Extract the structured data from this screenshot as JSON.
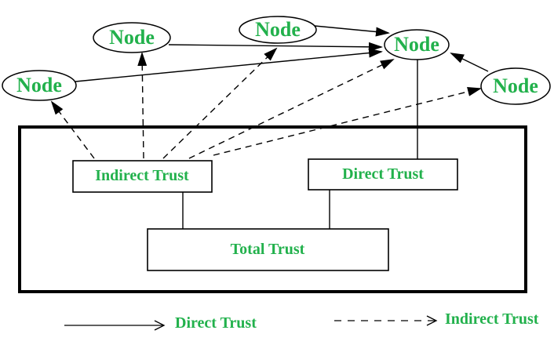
{
  "diagram_type": "trust-model-diagram",
  "colors": {
    "label_green": "#22B14C",
    "line_black": "#000000",
    "background": "#FFFFFF"
  },
  "nodes": [
    {
      "id": "node-top-left",
      "label": "Node"
    },
    {
      "id": "node-top-center",
      "label": "Node"
    },
    {
      "id": "node-top-right",
      "label": "Node"
    },
    {
      "id": "node-far-left",
      "label": "Node"
    },
    {
      "id": "node-right",
      "label": "Node"
    }
  ],
  "trust_boxes": {
    "indirect": {
      "label": "Indirect Trust"
    },
    "direct": {
      "label": "Direct Trust"
    },
    "total": {
      "label": "Total Trust"
    }
  },
  "edges": [
    {
      "from": "node-top-left",
      "to": "node-top-right",
      "type": "direct"
    },
    {
      "from": "node-far-left",
      "to": "node-top-right",
      "type": "direct"
    },
    {
      "from": "node-top-center",
      "to": "node-top-right",
      "type": "direct"
    },
    {
      "from": "node-right",
      "to": "node-top-right",
      "type": "direct"
    },
    {
      "from": "node-top-right",
      "to": "direct-trust-box",
      "type": "connector"
    },
    {
      "from": "indirect-trust-box",
      "to": "node-far-left",
      "type": "indirect"
    },
    {
      "from": "indirect-trust-box",
      "to": "node-top-left",
      "type": "indirect"
    },
    {
      "from": "indirect-trust-box",
      "to": "node-top-center",
      "type": "indirect"
    },
    {
      "from": "indirect-trust-box",
      "to": "node-top-right",
      "type": "indirect"
    },
    {
      "from": "indirect-trust-box",
      "to": "node-right",
      "type": "indirect"
    },
    {
      "from": "indirect-trust-box",
      "to": "total-trust-box",
      "type": "connector"
    },
    {
      "from": "direct-trust-box",
      "to": "total-trust-box",
      "type": "connector"
    }
  ],
  "legend": {
    "direct": {
      "label": "Direct Trust",
      "line_style": "solid"
    },
    "indirect": {
      "label": "Indirect Trust",
      "line_style": "dashed"
    }
  }
}
